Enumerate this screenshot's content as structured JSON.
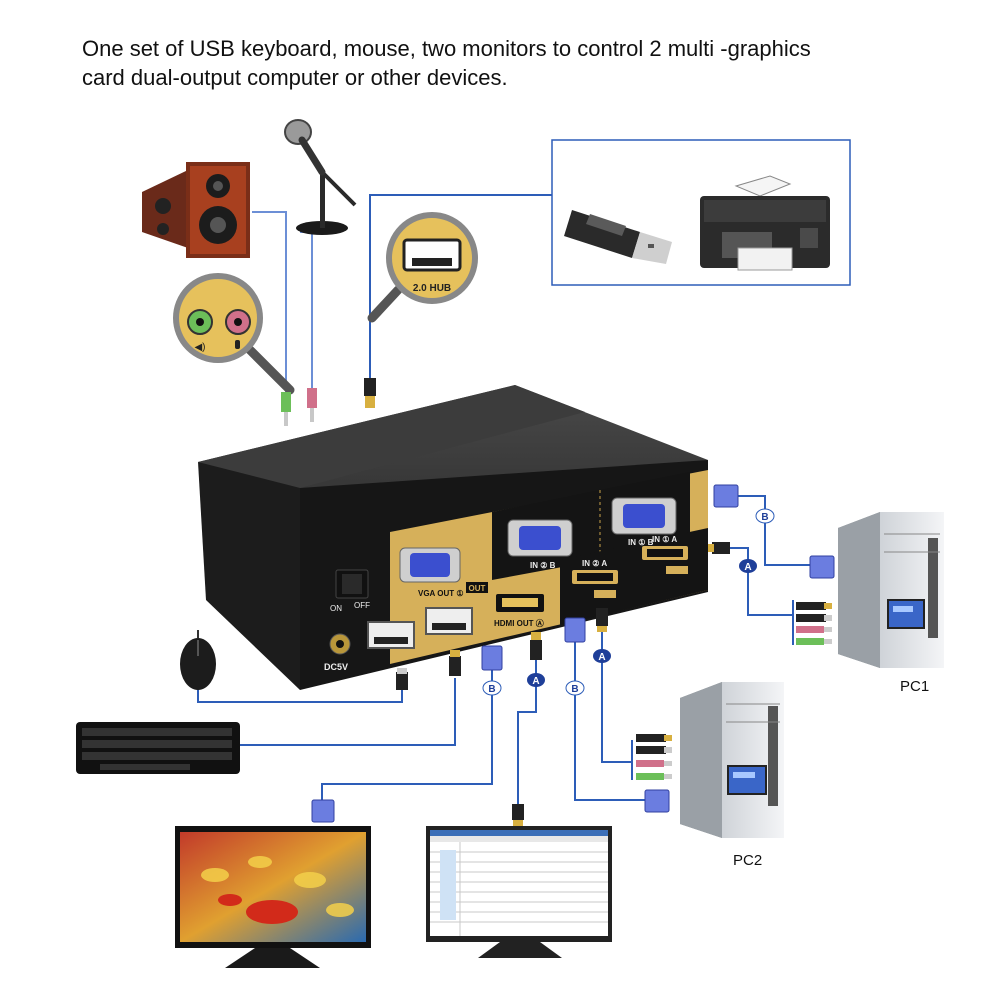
{
  "headline": {
    "line1": "One set of USB keyboard, mouse, two monitors to control 2 multi -graphics",
    "line2": "card dual-output computer or other devices."
  },
  "zoom_callout": {
    "hub_label": "2.0 HUB"
  },
  "kvm": {
    "vga_out_label": "VGA OUT ①",
    "out_badge": "OUT",
    "hdmi_out_label": "HDMI OUT Ⓐ",
    "in2b_label": "IN ② B",
    "in1b_label": "IN ① B",
    "in2a_label": "IN ② A",
    "in1a_label": "IN ① A",
    "on_label": "ON",
    "off_label": "OFF",
    "power_label": "DC5V"
  },
  "markers": {
    "a": "A",
    "b": "B"
  },
  "computers": {
    "pc1": "PC1",
    "pc2": "PC2"
  },
  "colors": {
    "cable_blue": "#2d5db8",
    "gold_panel": "#d6b05a",
    "vga_blue": "#3b4fcf",
    "marker_dark": "#1f3f99"
  },
  "icons": [
    "speaker-icon",
    "microphone-icon",
    "usb-flash-drive-icon",
    "printer-icon",
    "mouse-icon",
    "keyboard-icon",
    "monitor-icon",
    "pc-tower-icon"
  ]
}
